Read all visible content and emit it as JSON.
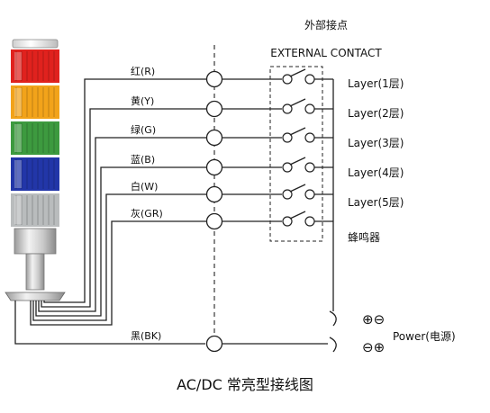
{
  "header": {
    "line1": "外部接点",
    "line2": "EXTERNAL CONTACT"
  },
  "wires": [
    {
      "label": "红(R)"
    },
    {
      "label": "黄(Y)"
    },
    {
      "label": "绿(G)"
    },
    {
      "label": "蓝(B)"
    },
    {
      "label": "白(W)"
    },
    {
      "label": "灰(GR)"
    },
    {
      "label": "黑(BK)"
    }
  ],
  "outputs": [
    {
      "label": "Layer(1层)"
    },
    {
      "label": "Layer(2层)"
    },
    {
      "label": "Layer(3层)"
    },
    {
      "label": "Layer(4层)"
    },
    {
      "label": "Layer(5层)"
    },
    {
      "label": "蜂鸣器"
    }
  ],
  "power": {
    "label": "Power(电源)",
    "symbol_top": "⊕⊖",
    "symbol_bottom": "⊖⊕"
  },
  "caption": "AC/DC 常亮型接线图",
  "colors": {
    "tier_red": "#e0221e",
    "tier_orange": "#f2a31a",
    "tier_green": "#3d9a3f",
    "tier_blue": "#2236a8",
    "tier_gray": "#b9bcbd",
    "line": "#222222"
  }
}
